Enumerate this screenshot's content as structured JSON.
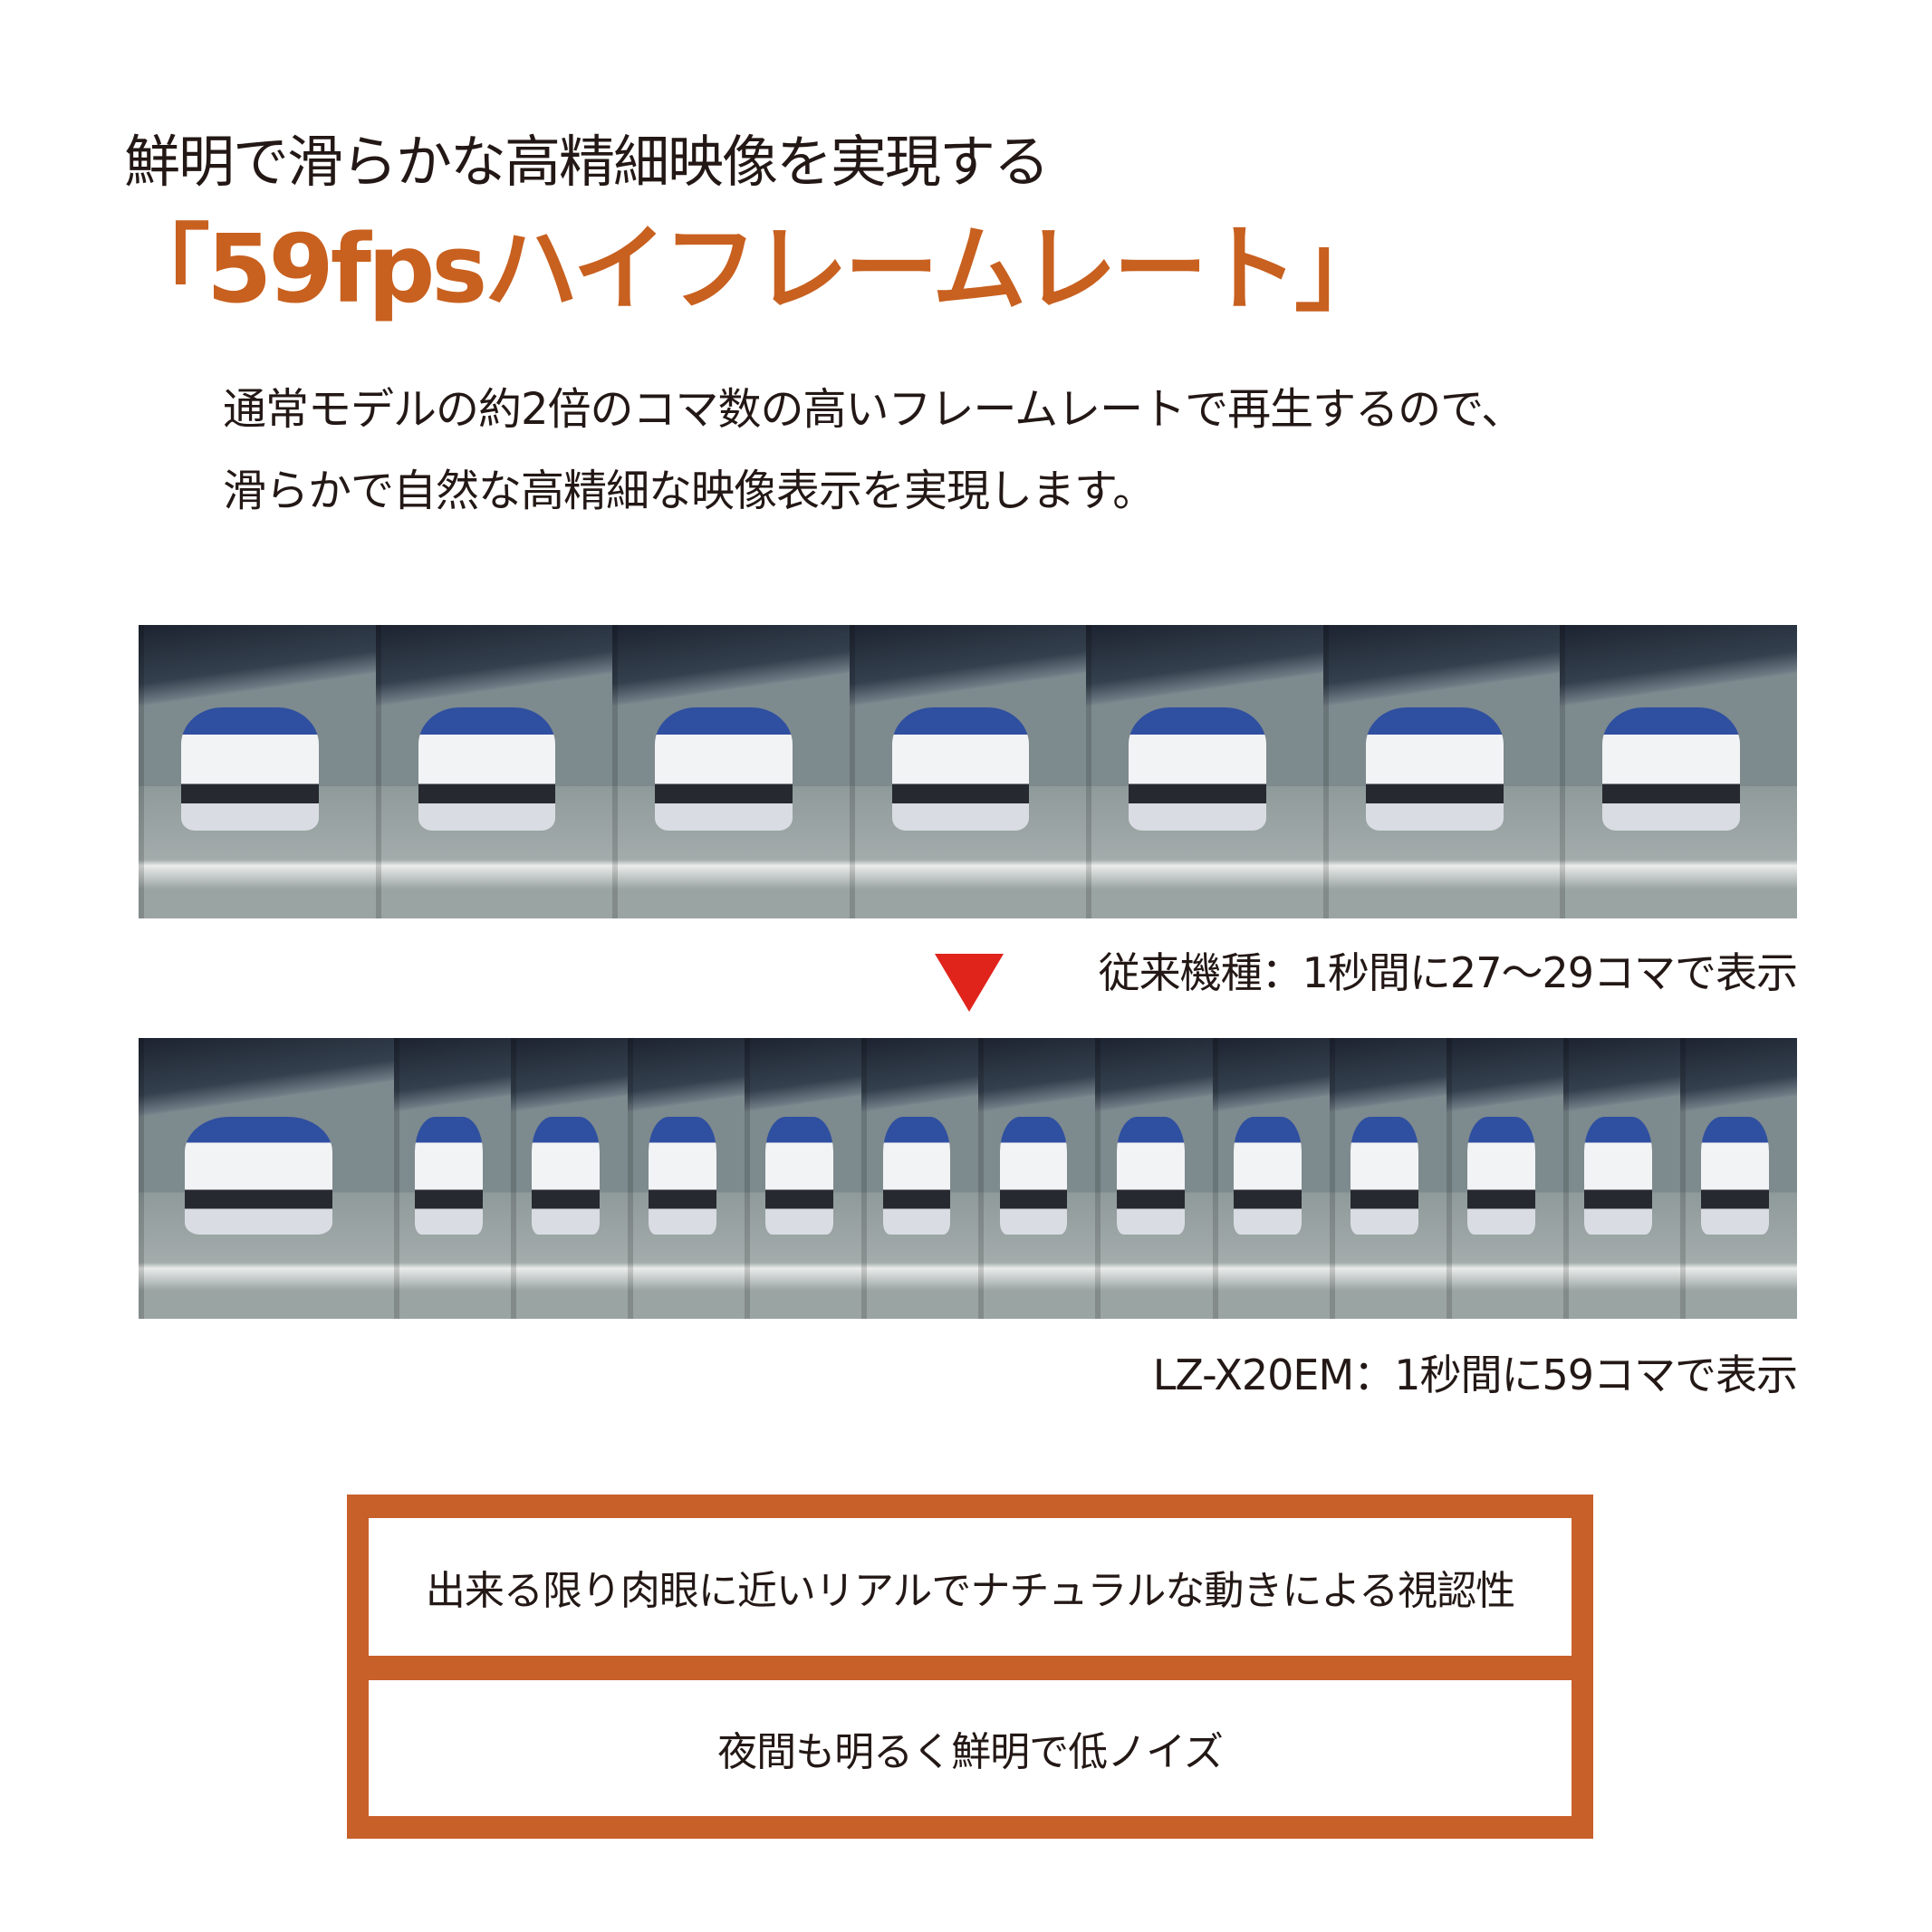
{
  "heading": {
    "subtitle": "鮮明で滑らかな高精細映像を実現する",
    "title": "「59fpsハイフレームレート」",
    "accent_color": "#c8601f"
  },
  "description": {
    "line1": "通常モデルの約2倍のコマ数の高いフレームレートで再生するので、",
    "line2": "滑らかで自然な高精細な映像表示を実現します。"
  },
  "comparison": {
    "conventional_caption": "従来機種：1秒間に27〜29コマで表示",
    "conventional_frames": 7,
    "new_caption": "LZ-X20EM：1秒間に59コマで表示",
    "new_frames": 13,
    "arrow_icon": "down-triangle-icon"
  },
  "features": [
    "出来る限り肉眼に近いリアルでナチュラルな動きによる視認性",
    "夜間も明るく鮮明で低ノイズ"
  ]
}
